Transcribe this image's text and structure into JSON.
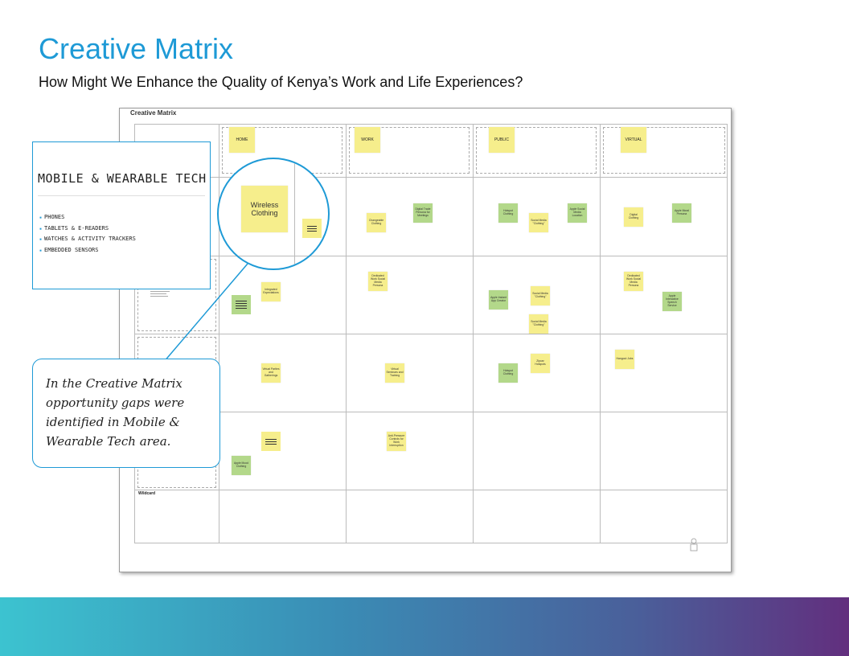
{
  "slide": {
    "title": "Creative Matrix",
    "subtitle": "How Might We Enhance the Quality of Kenya’s Work and Life Experiences?"
  },
  "board": {
    "title": "Creative Matrix",
    "columns": [
      "HOME",
      "WORK",
      "PUBLIC",
      "VIRTUAL"
    ],
    "wildcard_title": "Wildcard",
    "notes": {
      "r1": [
        "Changeable Clothing",
        "Digital Trade Persona for Meetings",
        "Hotspot Clothing",
        "Social Media \"Clothing\"",
        "Apple Social Media Location",
        "Digital Clothing",
        "Apple Moral Persona"
      ],
      "r2": [
        "Integrated Expectations",
        "Dedicated Work Social Media Persona",
        "Apple Instant App Creator",
        "Social Media \"Clothing\"",
        "Social Media \"Clothing\"",
        "Dedicated Work Social Media Persona",
        "Apple Interactive Speech Service"
      ],
      "r3": [
        "Virtual Parties and Gatherings",
        "Virtual Seminars and Training",
        "Hotspot Clothing",
        "Zipcar Hotspots",
        "Hangout Jobs"
      ],
      "r4": [
        "Anti-Pressure Controls for Work Interruption",
        "Apple Mood Clothing"
      ]
    }
  },
  "category_card": {
    "title": "MOBILE & WEARABLE TECH",
    "items": [
      "PHONES",
      "TABLETS & E-READERS",
      "WATCHES & ACTIVITY TRACKERS",
      "EMBEDDED SENSORS"
    ]
  },
  "zoom": {
    "note": "Wireless Clothing"
  },
  "callout": {
    "text": "In the Creative Matrix opportunity gaps were identified in Mobile & Wearable Tech area."
  },
  "colors": {
    "accent": "#1e9ad6",
    "sticky_yellow": "#f6ee8c",
    "sticky_green": "#b3d88a"
  }
}
